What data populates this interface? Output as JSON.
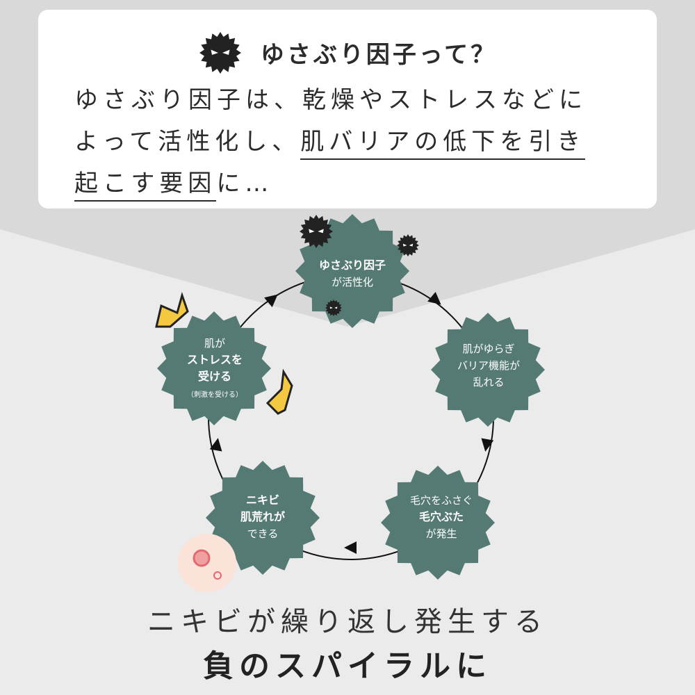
{
  "header": {
    "title": "ゆさぶり因子って？",
    "body_line1": "ゆさぶり因子は、乾燥やストレスなどに",
    "body_line2_plain": "よって活性化し、",
    "body_line2_underlined": "肌バリアの低下を引き",
    "body_line3_underlined": "起こす要因",
    "body_line3_plain": "に…"
  },
  "cycle": {
    "nodes": [
      {
        "line1": "ゆさぶり因子",
        "line2": "が活性化"
      },
      {
        "line1": "肌がゆらぎ",
        "line2": "バリア機能が",
        "line3": "乱れる"
      },
      {
        "line1": "毛穴をふさぐ",
        "line2": "毛穴ぶた",
        "line3": "が発生"
      },
      {
        "line1": "ニキビ",
        "line2": "肌荒れが",
        "line3": "できる"
      },
      {
        "line1": "肌が",
        "line2": "ストレスを",
        "line3": "受ける",
        "line4": "（刺激を受ける）"
      }
    ],
    "node_color": "#557a74",
    "accent_yellow": "#f5c842"
  },
  "footer": {
    "line1": "ニキビが繰り返し発生する",
    "line2": "負のスパイラルに"
  }
}
